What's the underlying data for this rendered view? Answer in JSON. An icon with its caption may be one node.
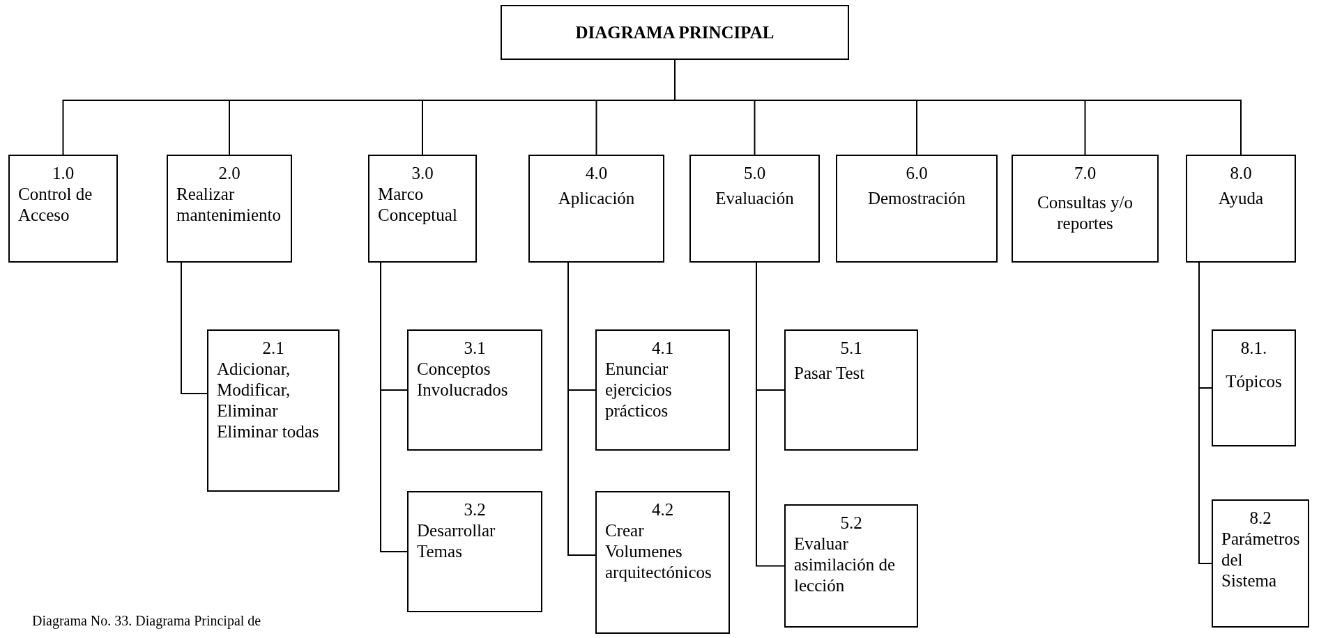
{
  "diagram": {
    "caption": "Diagrama No. 33. Diagrama Principal de",
    "nodes": [
      {
        "text": [
          "DIAGRAMA PRINCIPAL"
        ]
      },
      {
        "text": [
          "1.0",
          "Control de Acceso"
        ]
      },
      {
        "text": [
          "2.0",
          "Realizar mantenimiento"
        ]
      },
      {
        "text": [
          "3.0",
          "Marco Conceptual"
        ]
      },
      {
        "text": [
          "4.0",
          "Aplicación"
        ]
      },
      {
        "text": [
          "5.0",
          "Evaluación"
        ]
      },
      {
        "text": [
          "6.0",
          "Demostración"
        ]
      },
      {
        "text": [
          "7.0",
          "Consultas y/o reportes"
        ]
      },
      {
        "text": [
          "8.0",
          "Ayuda"
        ]
      },
      {
        "text": [
          "2.1",
          "Adicionar, Modificar, Eliminar Eliminar todas"
        ]
      },
      {
        "text": [
          "3.1",
          "Conceptos Involucrados"
        ]
      },
      {
        "text": [
          "3.2",
          "Desarrollar Temas"
        ]
      },
      {
        "text": [
          "4.1",
          "Enunciar ejercicios prácticos"
        ]
      },
      {
        "text": [
          "4.2",
          "Crear Volumenes arquitectónicos"
        ]
      },
      {
        "text": [
          "5.1",
          "Pasar Test"
        ]
      },
      {
        "text": [
          "5.2",
          "Evaluar asimilación de lección"
        ]
      },
      {
        "text": [
          "8.1.",
          "Tópicos"
        ]
      },
      {
        "text": [
          "8.2",
          "Parámetros del Sistema"
        ]
      }
    ],
    "edges": [
      {
        "from": 0,
        "to": 1,
        "arrow": "none"
      },
      {
        "from": 0,
        "to": 2,
        "arrow": "none"
      },
      {
        "from": 0,
        "to": 3,
        "arrow": "none"
      },
      {
        "from": 0,
        "to": 4,
        "arrow": "none"
      },
      {
        "from": 0,
        "to": 5,
        "arrow": "none"
      },
      {
        "from": 0,
        "to": 6,
        "arrow": "none"
      },
      {
        "from": 0,
        "to": 7,
        "arrow": "none"
      },
      {
        "from": 0,
        "to": 8,
        "arrow": "none"
      },
      {
        "from": 2,
        "to": 9,
        "arrow": "none"
      },
      {
        "from": 3,
        "to": 10,
        "arrow": "none"
      },
      {
        "from": 3,
        "to": 11,
        "arrow": "none"
      },
      {
        "from": 4,
        "to": 12,
        "arrow": "none"
      },
      {
        "from": 4,
        "to": 13,
        "arrow": "none"
      },
      {
        "from": 5,
        "to": 14,
        "arrow": "none"
      },
      {
        "from": 5,
        "to": 15,
        "arrow": "none"
      },
      {
        "from": 8,
        "to": 16,
        "arrow": "none"
      },
      {
        "from": 8,
        "to": 17,
        "arrow": "none"
      }
    ]
  }
}
